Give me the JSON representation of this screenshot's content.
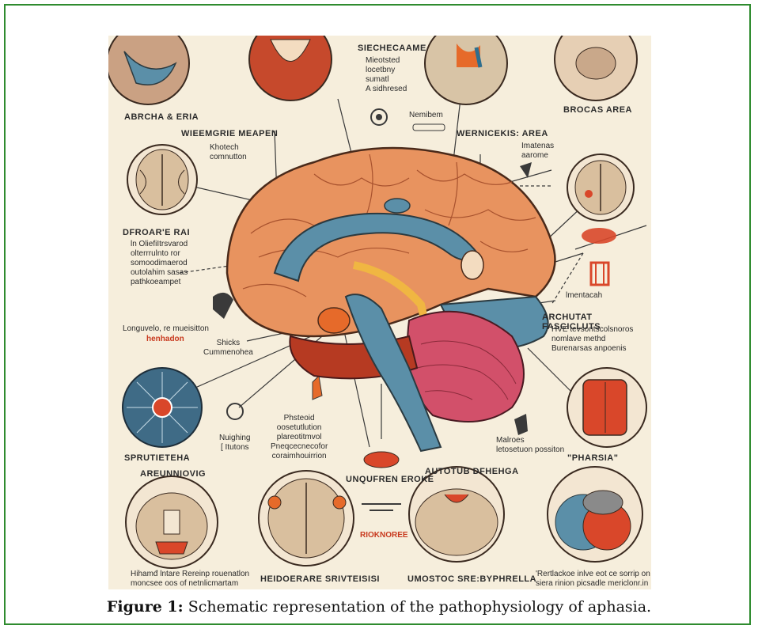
{
  "figure": {
    "labels": {
      "siechecaame": "SIECHECAAME",
      "mieotsted": "Mieotsted\nlocetbny\nsumatl\nA sidhresed",
      "nemibem": "Nemibem",
      "abrcha": "ABRCHA & ERIA",
      "wieemgrie": "WIEEMGRIE MEAPEN",
      "khotech": "Khotech\ncomnutton",
      "wernicke": "WERNICEKIS: AREA",
      "imatenas": "Imatenas\naarome",
      "brocas": "BROCAS AREA",
      "dfroare": "DFROAR'E RAI",
      "dfroare_body": "ln OliefiItrsvarod\nolterrrulnto ror\nsomoodimaerod\noutolahim sasas\npathkoeampet",
      "longuvelo": "Longuvelo, re mueisitton",
      "henhadon": "henhadon",
      "shicks": "Shicks\nCummenohea",
      "imentacah": "lmentacah",
      "archutat": "ARCHUTAT FASCICLUTS",
      "archutat_body": "HVE tevsontscolsnoros\nnomlave methd\nBurenarsas anpoenis",
      "sprutieteha": "SPRUTIETEHA",
      "nuighing": "Nuighing\n[ Itutons",
      "phsteoid": "Phsteoid\noosetutlution\nplareotitmvol\nPneqcecnecofor\ncoraimhouirrion",
      "malroes": "Malroes\nletosetuon possiton",
      "pharsia": "\"PHARSIA\"",
      "unqufren": "UNQUFREN EROKE",
      "rioknoree": "RIOKNOREE",
      "areunniovig": "AREUNNIOVIG",
      "autotub": "AUTOTUB DFHEHGA",
      "hihamd": "Hihamđ lntare Rereinp rouenatlon\nmoncsee oos of netnlicmartam",
      "heldoerare": "HEIDOERARE SRIVTEISISI",
      "umostoc": "UMOSTOC SRE:BYPHRELLA",
      "rertlackoe": "'Rertlackoe inlve eot ce sorrip on\nsiera rinion picsadle mericlonr.in"
    }
  },
  "caption": {
    "label": "Figure 1:",
    "text": " Schematic representation of the pathophysiology of aphasia."
  },
  "colors": {
    "frame_border": "#2e8b2e",
    "figure_background": "#f6eedc",
    "cortex": "#e8935f",
    "blue_structure": "#5b8fa8",
    "cerebellum": "#d2506a",
    "accent_red": "#d9472a"
  }
}
